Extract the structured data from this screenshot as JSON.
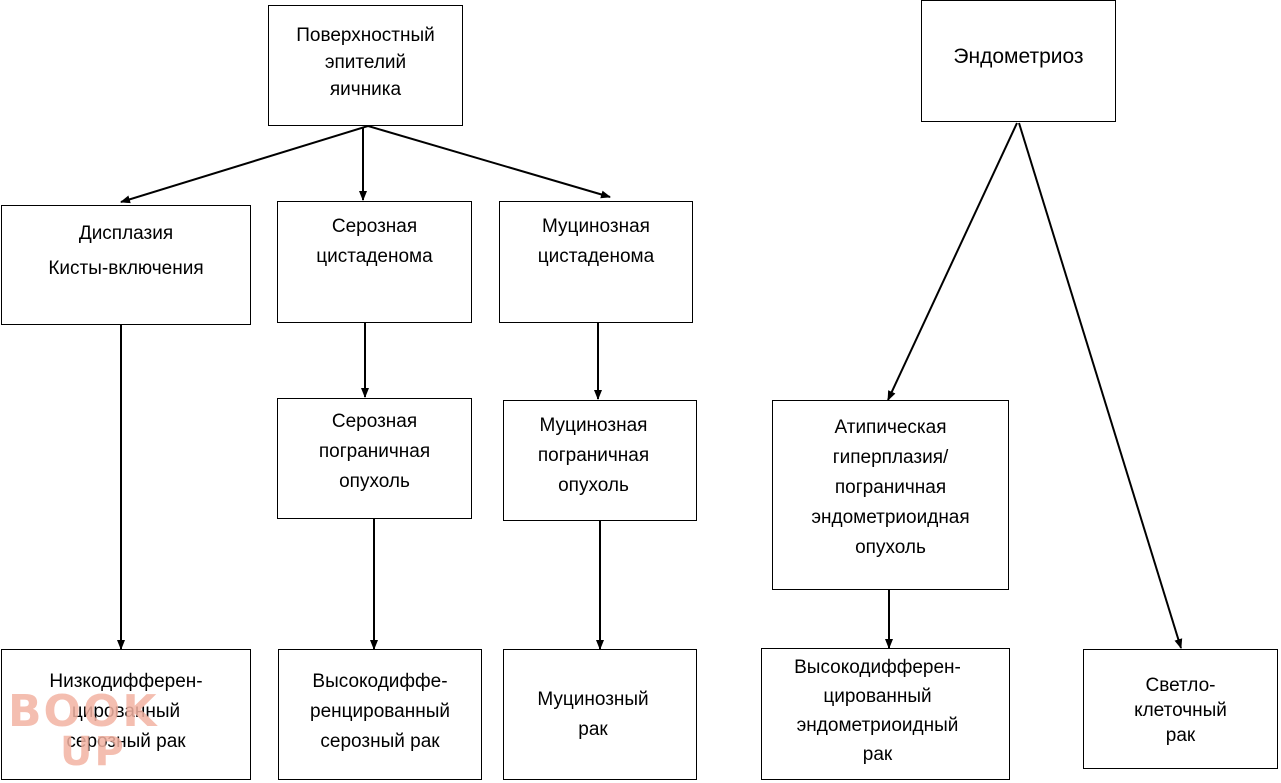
{
  "boxes": {
    "surface_epithelium": "Поверхностный\nэпителий\nяичника",
    "endometriosis": "Эндометриоз",
    "dysplasia": "Дисплазия\nКисты-включения",
    "serous_cystadenoma": "Серозная\nцистаденома",
    "mucinous_cystadenoma": "Муцинозная\nцистаденома",
    "serous_borderline": "Серозная\nпограничная\nопухоль",
    "mucinous_borderline": "Муцинозная\nпограничная\nопухоль",
    "atypical_hyperplasia": "Атипическая\nгиперплазия/\nпограничная\nэндометриоидная\nопухоль",
    "low_grade_serous": "Низкодифферен-\nцированный\nсерозный рак",
    "high_grade_serous": "Высокодиффе-\nренцированный\nсерозный рак",
    "mucinous_cancer": "Муцинозный\nрак",
    "endometrioid_cancer": "Высокодифферен-\nцированный\nэндометриоидный\nрак",
    "clear_cell": "Светло-\nклеточный\nрак"
  },
  "watermark": {
    "line1": "BOOK",
    "line2": "UP"
  },
  "colors": {
    "line": "#000000",
    "watermark": "#f3b3a3"
  }
}
